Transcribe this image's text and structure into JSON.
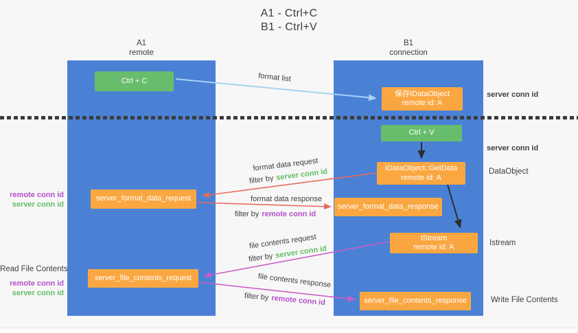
{
  "title": {
    "line1": "A1 - Ctrl+C",
    "line2": "B1 - Ctrl+V"
  },
  "lanes": {
    "a1": {
      "name": "A1",
      "subtitle": "remote"
    },
    "b1": {
      "name": "B1",
      "subtitle": "connection"
    }
  },
  "nodes": {
    "ctrl_c": "Ctrl + C",
    "save_dataobject": {
      "line1": "保存IDataObject",
      "line2": "remote id: A"
    },
    "ctrl_v": "Ctrl + V",
    "getdata": {
      "line1": "IDataObject::GetData",
      "line2": "remote id: A"
    },
    "format_request": "server_format_data_request",
    "format_response": "server_format_data_response",
    "istream": {
      "line1": "IStream",
      "line2": "remote id: A"
    },
    "file_request": "server_file_contents_request",
    "file_response": "server_file_contents_response"
  },
  "edge_labels": {
    "format_list": "format list",
    "format_data_request": "format data request",
    "format_data_response": "format data response",
    "file_contents_request": "file contents request",
    "file_contents_response": "file contents response",
    "filter_by": "filter by",
    "server_conn_id": "server conn id",
    "remote_conn_id": "remote conn id"
  },
  "side_labels": {
    "server_conn_id_top": "server conn id",
    "server_conn_id_mid": "server conn id",
    "dataobject": "DataObject",
    "istream": "Istream",
    "write_file_contents": "Write File Contents",
    "read_file_contents": "Read File Contents",
    "remote_conn_id_left1": "remote conn id",
    "server_conn_id_left1": "server conn id",
    "remote_conn_id_left2": "remote conn id",
    "server_conn_id_left2": "server conn id"
  },
  "colors": {
    "lane_blue": "#4a81d5",
    "node_green": "#68bd6c",
    "node_orange": "#faa742",
    "keyword_green": "#62bd68",
    "keyword_purple": "#b44ecb",
    "arrow_sky": "#a8d3f0",
    "arrow_red": "#e86a60",
    "arrow_magenta": "#ca5ec6",
    "arrow_black": "#2d2d2d",
    "background": "#f7f7f7"
  }
}
